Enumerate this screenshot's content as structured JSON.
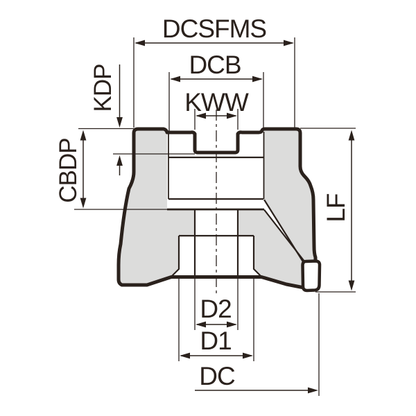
{
  "drawing": {
    "description": "Cross-section dimension drawing of a face milling cutter body with insert",
    "labels": {
      "dcsfms": "DCSFMS",
      "dcb": "DCB",
      "kww": "KWW",
      "kdp": "KDP",
      "cbdp": "CBDP",
      "lf": "LF",
      "d2": "D2",
      "d1": "D1",
      "dc": "DC"
    },
    "colors": {
      "line": "#2a211c",
      "section_fill": "#dcdcdb",
      "background": "#ffffff"
    }
  }
}
